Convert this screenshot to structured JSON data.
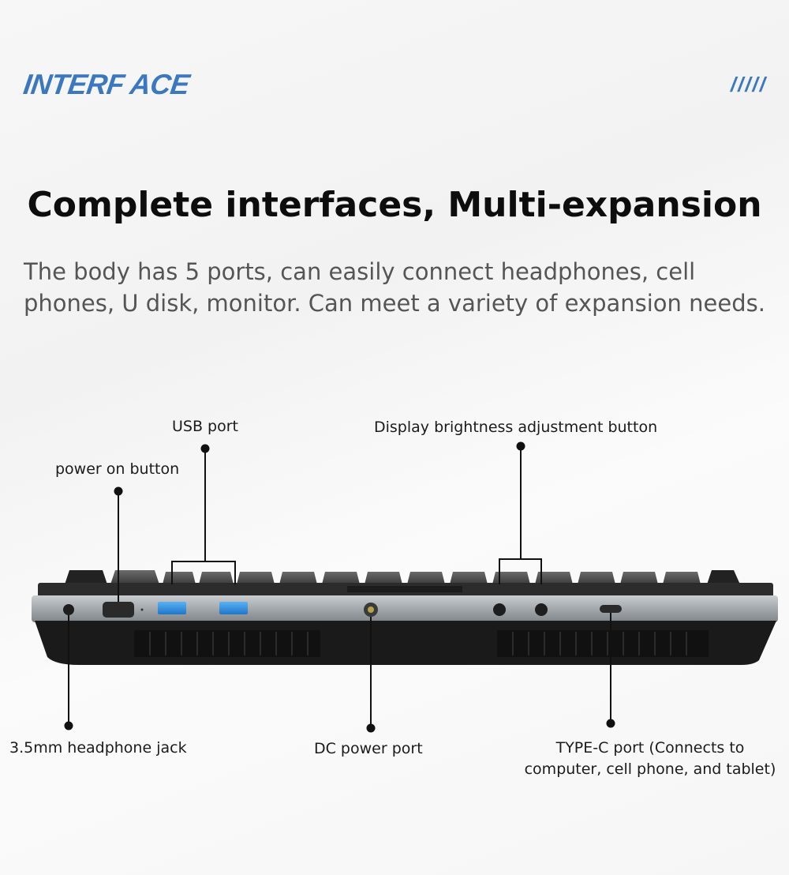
{
  "brand": {
    "text": "INTERF ACE",
    "mark": "/////",
    "color": "#3b78c0"
  },
  "headline": "Complete interfaces, Multi-expansion",
  "description": {
    "line1": "The body has 5 ports, can easily connect headphones, cell",
    "line2": "phones, U disk, monitor. Can meet a variety of expansion needs."
  },
  "callouts": {
    "usb_port": "USB port",
    "brightness_button": "Display brightness adjustment button",
    "power_button": "power on button",
    "headphone_jack": "3.5mm headphone jack",
    "dc_port": "DC power  port",
    "type_c_line1": "TYPE-C port  (Connects to",
    "type_c_line2": "computer, cell phone, and tablet)"
  },
  "colors": {
    "port_blue": "#2f8fe0",
    "body_silver": "#a8adb1",
    "body_dark": "#1a1a1a"
  }
}
